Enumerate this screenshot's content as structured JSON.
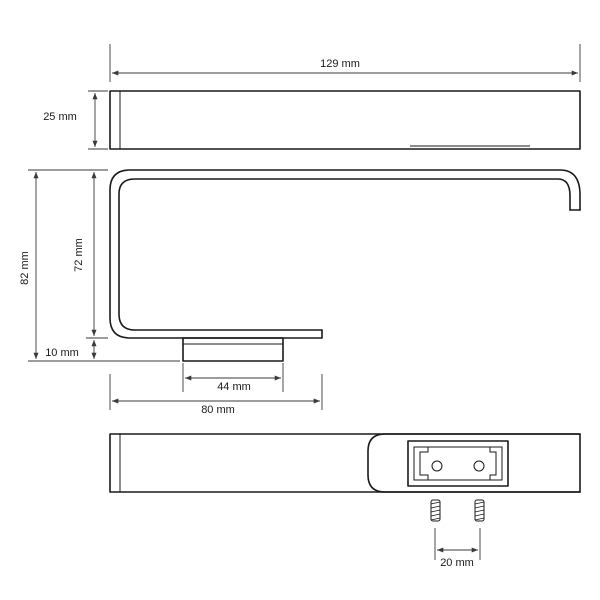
{
  "dimensions": {
    "overall_width": "129 mm",
    "top_height": "25 mm",
    "total_height": "82 mm",
    "arm_height": "72 mm",
    "base_height": "10 mm",
    "base_width": "44 mm",
    "depth": "80 mm",
    "screw_spacing": "20 mm"
  },
  "colors": {
    "line": "#1a1a1a",
    "dimension": "#3a3a3a",
    "background": "#ffffff"
  }
}
